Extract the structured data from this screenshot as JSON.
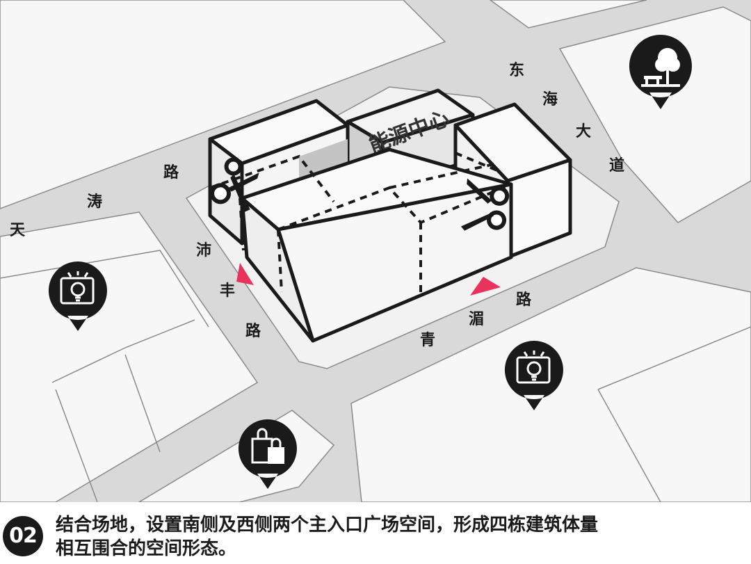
{
  "roads": {
    "east_sea_avenue": [
      "东",
      "海",
      "大",
      "道"
    ],
    "north_road": [
      "路",
      "涛",
      "天"
    ],
    "west_road": [
      "沛",
      "丰",
      "路"
    ],
    "south_road": [
      "青",
      "湄",
      "路"
    ]
  },
  "buildings": {
    "energy_center": "能源中心"
  },
  "pins": [
    {
      "name": "park-pin",
      "icon": "park-bench-tree-icon"
    },
    {
      "name": "idea-pin-west",
      "icon": "lightbulb-blueprint-icon"
    },
    {
      "name": "idea-pin-south",
      "icon": "lightbulb-blueprint-icon"
    },
    {
      "name": "shopping-pin",
      "icon": "shopping-bags-icon"
    }
  ],
  "colors": {
    "accent": "#e8335d",
    "road": "#d9d9d9",
    "block": "#f6f6f6",
    "pin": "#1a1a1a"
  },
  "caption": {
    "step_number": "02",
    "text_line1": "结合场地，设置南侧及西侧两个主入口广场空间，形成四栋建筑体量",
    "text_line2": "相互围合的空间形态。"
  }
}
